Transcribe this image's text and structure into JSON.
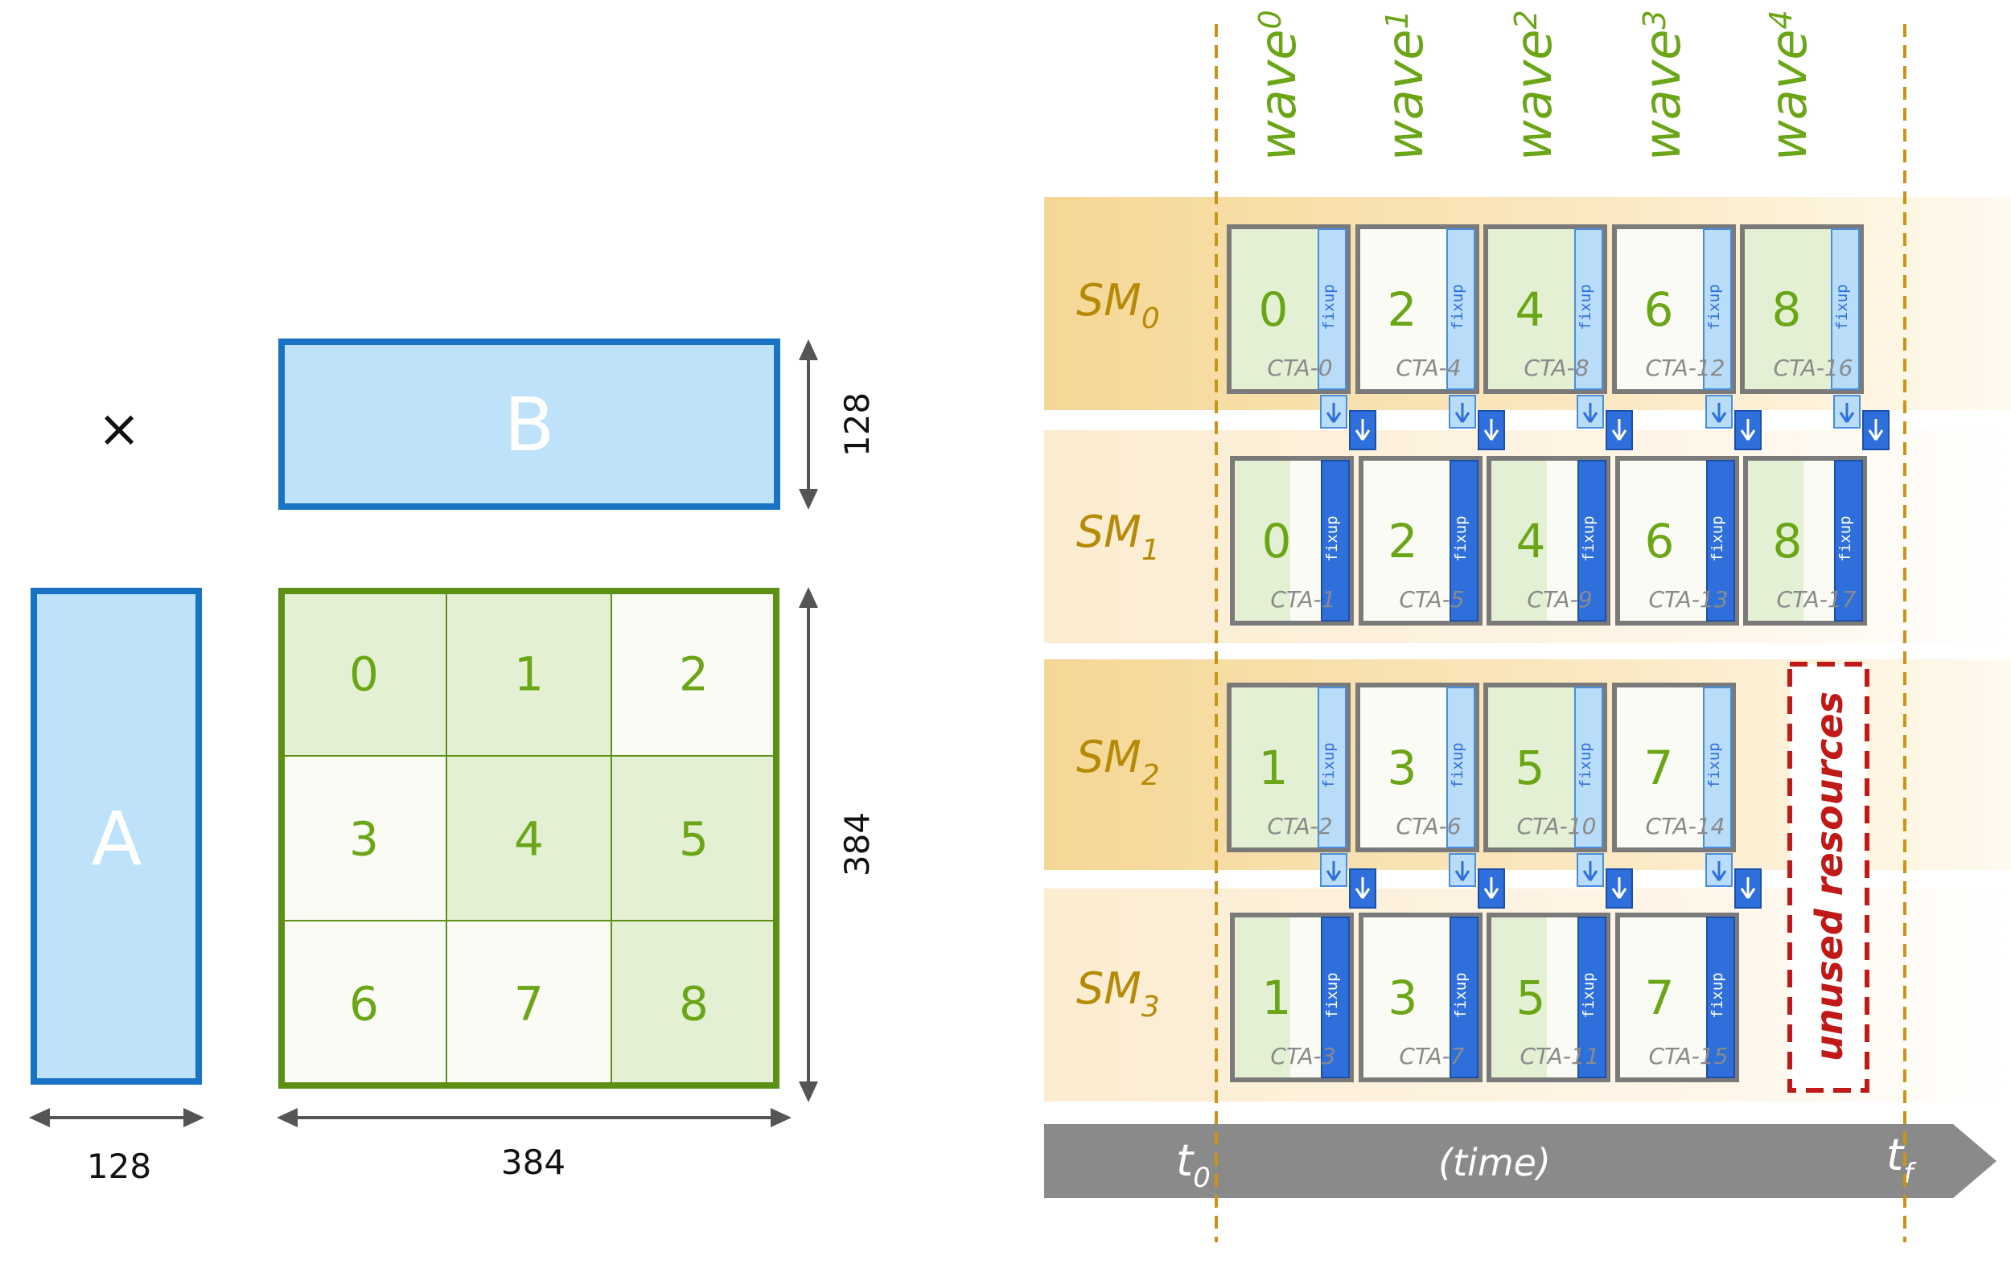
{
  "left": {
    "times_symbol": "×",
    "matrix_a_label": "A",
    "matrix_b_label": "B",
    "a_width_label": "128",
    "b_height_label": "128",
    "c_height_label": "384",
    "c_width_label": "384",
    "tiles": [
      "0",
      "1",
      "2",
      "3",
      "4",
      "5",
      "6",
      "7",
      "8"
    ]
  },
  "waves": [
    {
      "main": "wave",
      "sub": "0"
    },
    {
      "main": "wave",
      "sub": "1"
    },
    {
      "main": "wave",
      "sub": "2"
    },
    {
      "main": "wave",
      "sub": "3"
    },
    {
      "main": "wave",
      "sub": "4"
    }
  ],
  "sms": [
    {
      "main": "SM",
      "sub": "0"
    },
    {
      "main": "SM",
      "sub": "1"
    },
    {
      "main": "SM",
      "sub": "2"
    },
    {
      "main": "SM",
      "sub": "3"
    }
  ],
  "fixup_label": "fixup",
  "ctas": [
    [
      {
        "tile": "0",
        "cta": "CTA-0"
      },
      {
        "tile": "2",
        "cta": "CTA-4"
      },
      {
        "tile": "4",
        "cta": "CTA-8"
      },
      {
        "tile": "6",
        "cta": "CTA-12"
      },
      {
        "tile": "8",
        "cta": "CTA-16"
      }
    ],
    [
      {
        "tile": "0",
        "cta": "CTA-1"
      },
      {
        "tile": "2",
        "cta": "CTA-5"
      },
      {
        "tile": "4",
        "cta": "CTA-9"
      },
      {
        "tile": "6",
        "cta": "CTA-13"
      },
      {
        "tile": "8",
        "cta": "CTA-17"
      }
    ],
    [
      {
        "tile": "1",
        "cta": "CTA-2"
      },
      {
        "tile": "3",
        "cta": "CTA-6"
      },
      {
        "tile": "5",
        "cta": "CTA-10"
      },
      {
        "tile": "7",
        "cta": "CTA-14"
      }
    ],
    [
      {
        "tile": "1",
        "cta": "CTA-3"
      },
      {
        "tile": "3",
        "cta": "CTA-7"
      },
      {
        "tile": "5",
        "cta": "CTA-11"
      },
      {
        "tile": "7",
        "cta": "CTA-15"
      }
    ]
  ],
  "unused_label": "unused resources",
  "timeline": {
    "start_main": "t",
    "start_sub": "0",
    "middle": "(time)",
    "end_main": "t",
    "end_sub": "f"
  },
  "colors": {
    "matrix_blue": "#bfe2fb",
    "matrix_border": "#1a72c4",
    "grid_green": "#5c8f14",
    "tile_green": "#e3f0d3",
    "sm_band_dark": "#f7dea0",
    "sm_band_light": "#fdf2dc",
    "fixup_light": "#b9dcf8",
    "fixup_dark": "#2e6fdb",
    "unused_red": "#c11818",
    "timeline_gray": "#8a8a8a"
  }
}
